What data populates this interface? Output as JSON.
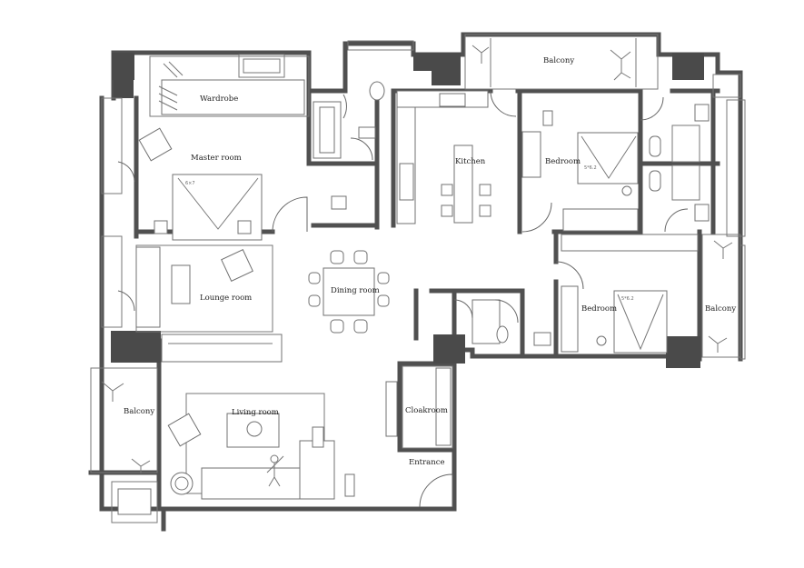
{
  "rooms": {
    "balcony_top": "Balcony",
    "wardrobe": "Wardrobe",
    "master_room": "Master room",
    "kitchen": "Kitchen",
    "bedroom_north": "Bedroom",
    "dining_room": "Dining room",
    "lounge_room": "Lounge room",
    "bedroom_south": "Bedroom",
    "balcony_right": "Balcony",
    "balcony_left": "Balcony",
    "living_room": "Living room",
    "cloakroom": "Cloakroom",
    "entrance": "Entrance"
  },
  "bed_sizes": {
    "master": "6×7",
    "bedroom_north": "5*6.2",
    "bedroom_south": "5*6.2"
  }
}
